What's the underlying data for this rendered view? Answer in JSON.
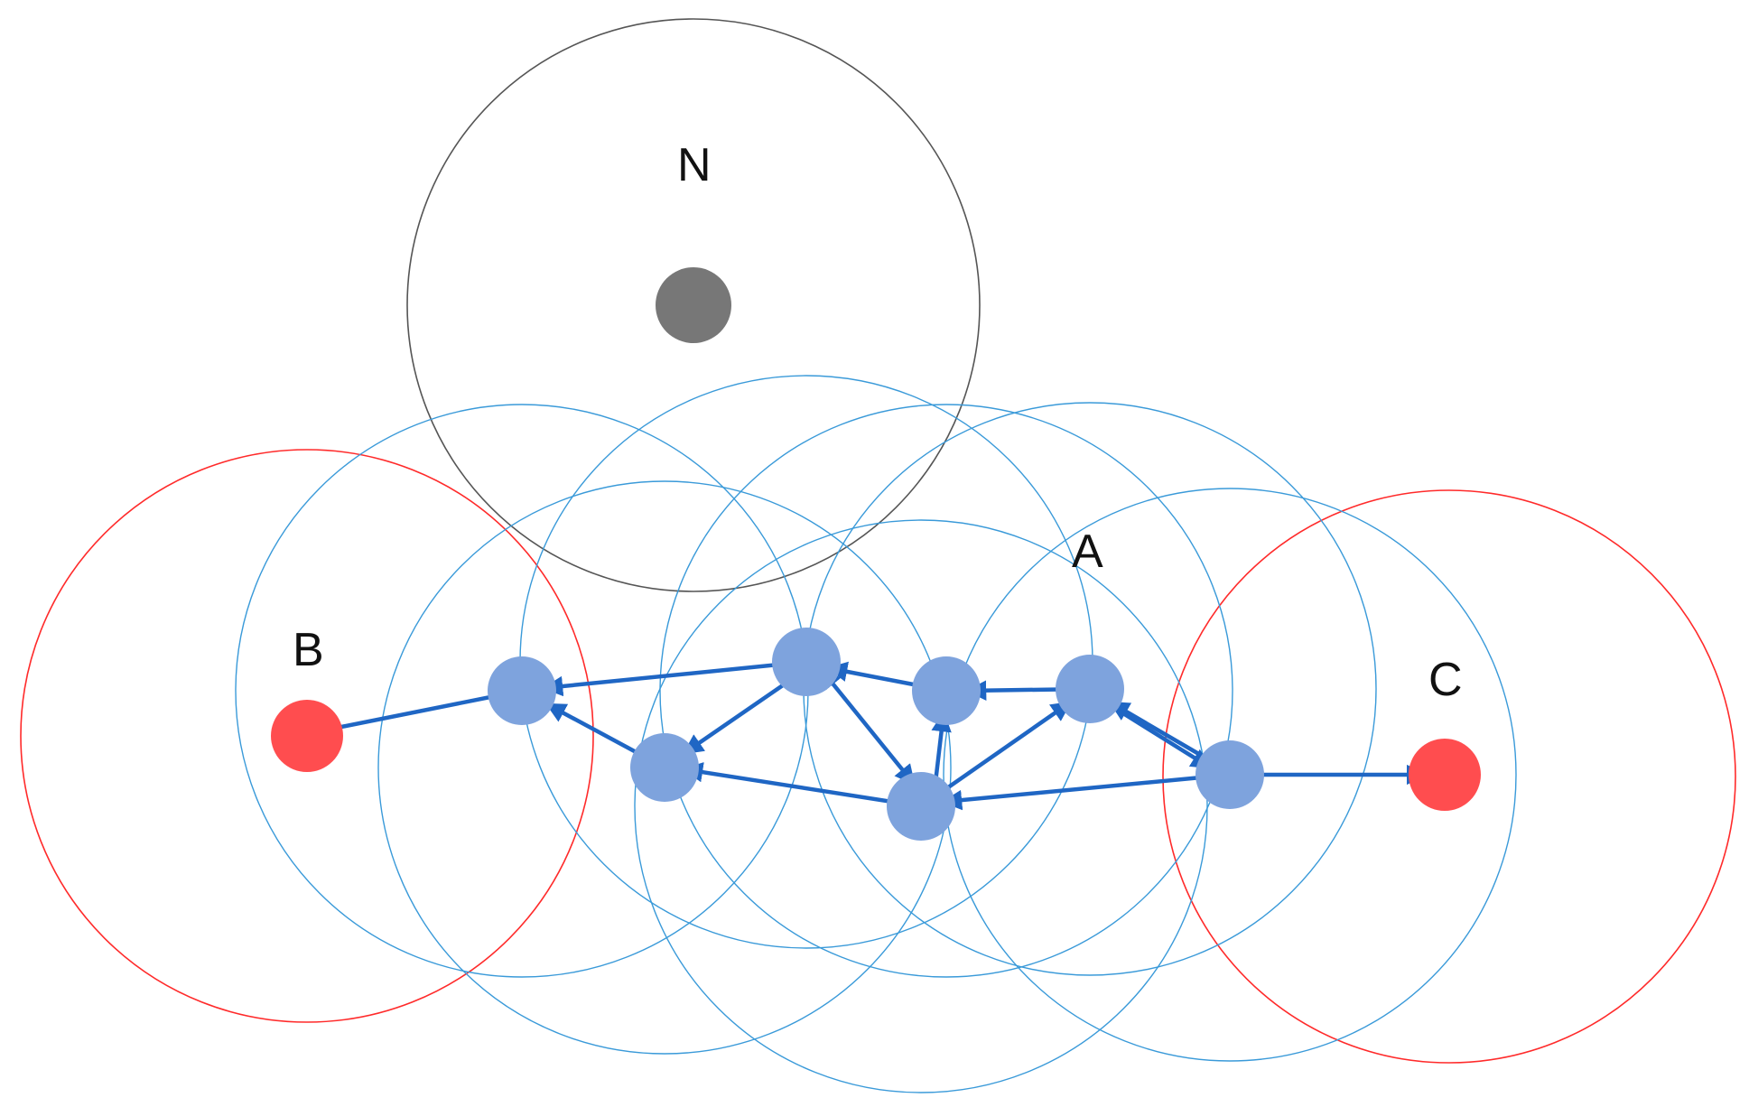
{
  "diagram": {
    "labels": {
      "n": "N",
      "a": "A",
      "b": "B",
      "c": "C"
    },
    "colors": {
      "background": "#ffffff",
      "noise_node": "#777777",
      "noise_range": "#555555",
      "endpoint_node": "#ff4d4f",
      "endpoint_range": "#ff2a2a",
      "relay_node": "#7ea3dd",
      "relay_range": "#3a9ad9",
      "link_arrow": "#1f66c4"
    },
    "node_kinds": {
      "noise": "noise-node",
      "endpoint": "endpoint-node",
      "relay": "relay-node"
    },
    "icon_names": [
      "arrowhead-icon"
    ]
  }
}
